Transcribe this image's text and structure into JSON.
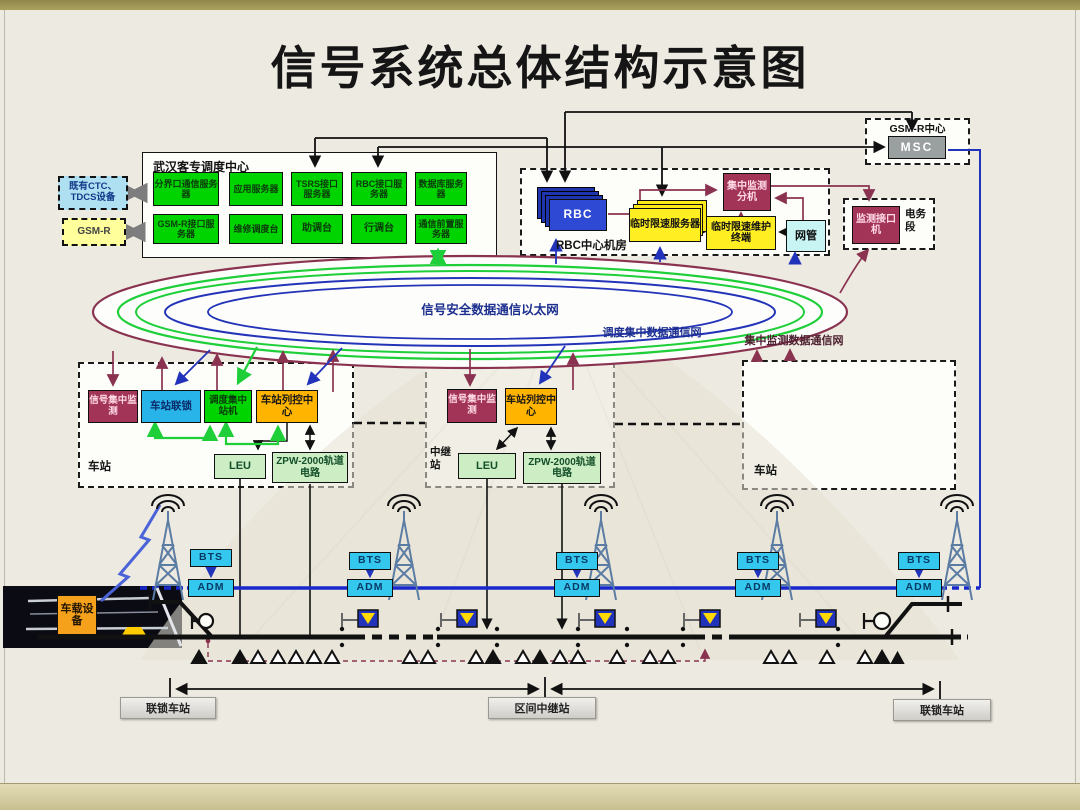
{
  "slide": {
    "title": "信号系统总体结构示意图"
  },
  "colors": {
    "server_green": "#00d400",
    "monitor_maroon": "#a13457",
    "interlock_cyan": "#28b4e8",
    "tcc_orange": "#ffb400",
    "leu_green": "#cdeec4",
    "temp_speed_yellow": "#ffee22",
    "nms_teal": "#c8f4f4",
    "rbc_blue": "#2e4ad4",
    "msc_gray": "#9aa0a0",
    "ethernet_ring_blue": "#2334b8",
    "dispatch_ring_green": "#1ecf3a",
    "monitor_ring_maroon": "#8a3350",
    "gsm_trunk_blue": "#1828cc"
  },
  "dispatch": {
    "label": "武汉客专调度中心",
    "row1": [
      "分界口通信服务器",
      "应用服务器",
      "TSRS接口服务器",
      "RBC接口服务器",
      "数据库服务器"
    ],
    "row2": [
      "GSM-R接口服务器",
      "维修调度台",
      "助调台",
      "行调台",
      "通信前置服务器"
    ]
  },
  "external": {
    "ctc": "既有CTC、TDCS设备",
    "gsmr": "GSM-R"
  },
  "rbc_room": {
    "label": "RBC中心机房",
    "rbc": "RBC",
    "temp_speed_server": "临时限速服务器",
    "central_monitor": "集中监测分机",
    "maintenance_terminal": "临时限速维护终端",
    "nms": "网管"
  },
  "gsmr_center": {
    "label": "GSM-R中心",
    "msc": "MSC"
  },
  "signal_depot": {
    "label": "电务段",
    "monitor_interface": "监测接口机"
  },
  "networks": {
    "ethernet": "信号安全数据通信以太网",
    "dispatch_net": "调度集中数据通信网",
    "monitor_net": "集中监测数据通信网"
  },
  "station_left": {
    "label": "车站",
    "monitor": "信号集中监测",
    "interlocking": "车站联锁",
    "ctc_station": "调度集中站机",
    "tcc": "车站列控中心",
    "leu": "LEU",
    "zpw": "ZPW-2000轨道电路"
  },
  "relay_station": {
    "label": "中继站",
    "monitor": "信号集中监测",
    "tcc": "车站列控中心",
    "leu": "LEU",
    "zpw": "ZPW-2000轨道电路"
  },
  "station_right": {
    "label": "车站"
  },
  "radio": {
    "bts": "BTS",
    "adm": "ADM"
  },
  "train": {
    "onboard": "车载设备"
  },
  "section_labels": {
    "left": "联锁车站",
    "middle": "区间中继站",
    "right": "联锁车站"
  }
}
